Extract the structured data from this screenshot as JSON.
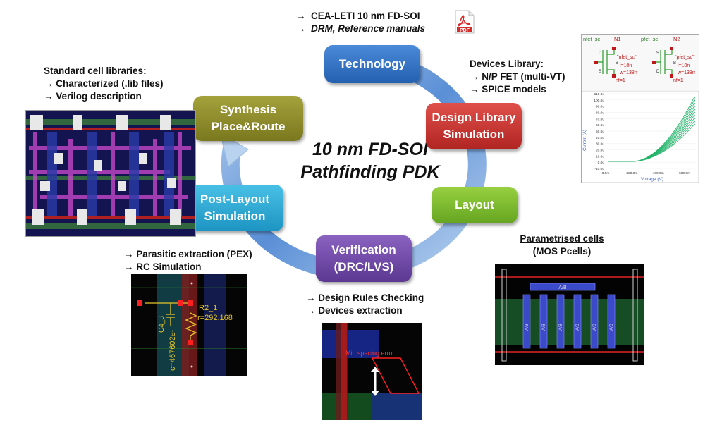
{
  "center_title": {
    "line1": "10 nm FD-SOI",
    "line2": "Pathfinding PDK"
  },
  "stages": {
    "technology": "Technology",
    "design_library": {
      "line1": "Design Library",
      "line2": "Simulation"
    },
    "layout": "Layout",
    "verification": {
      "line1": "Verification",
      "line2": "(DRC/LVS)"
    },
    "post_layout": {
      "line1": "Post-Layout",
      "line2": "Simulation"
    },
    "synthesis": {
      "line1": "Synthesis",
      "line2": "Place&Route"
    }
  },
  "notes": {
    "technology": {
      "item1": "CEA-LETI 10 nm FD-SOI",
      "item2": "DRM, Reference manuals"
    },
    "pdf_label": "PDF",
    "devices": {
      "title": "Devices Library:",
      "item1": "N/P FET (multi-VT)",
      "item2": "SPICE models"
    },
    "stdcell": {
      "title": "Standard cell libraries",
      "item1": "Characterized (.lib files)",
      "item2": "Verilog description"
    },
    "pcells": {
      "title": "Parametrised cells",
      "subtitle": "(MOS Pcells)"
    },
    "parasitic": {
      "item1": "Parasitic extraction (PEX)",
      "item2": "RC Simulation"
    },
    "drc": {
      "item1": "Design Rules Checking",
      "item2": "Devices extraction"
    }
  },
  "arrow_glyph": "→",
  "schematic": {
    "n_label": "nfet_sc",
    "n_name": "N1",
    "n_model": "\"nfet_sc\"",
    "n_l": "l=10n",
    "n_w": "w=138n",
    "n_nf": "nf=1",
    "p_label": "pfet_sc",
    "p_name": "N2",
    "p_model": "\"pfet_sc\"",
    "p_l": "l=10n",
    "p_w": "w=138n",
    "p_nf": "nf=1",
    "pin_d": "D",
    "pin_s": "S",
    "pin_b": "B"
  },
  "iv_plot": {
    "ylabel": "Current (A)",
    "xlabel": "Voltage (V)",
    "yticks": [
      "110.0u",
      "100.0u",
      "90.0u",
      "80.0u",
      "70.0u",
      "60.0u",
      "50.0u",
      "40.0u",
      "30.0u",
      "20.0u",
      "10.0u",
      "0.0u",
      "-10.0u"
    ],
    "xticks": [
      "0.0m",
      "200.0m",
      "400.0m",
      "600.0m"
    ]
  },
  "pex": {
    "res_label": "R2_1",
    "res_value": "r=292.168",
    "cap_label": "C4_3",
    "cap_value": "c=467602e-"
  },
  "drc_error": "Min spacing error",
  "pcell_labels": {
    "gate_bar": "A/B",
    "fingers": [
      "A/B",
      "A/B",
      "A/B",
      "A/B",
      "A/B",
      "A/B"
    ]
  },
  "colors": {
    "technology": "#2e6fc2",
    "design_library": "#c9302c",
    "layout": "#7dbb2e",
    "verification": "#7048a6",
    "post_layout": "#2aaad6",
    "synthesis": "#8c8a2a",
    "cycle_arrow": "#6f9ed8",
    "pdf": "#d42b2b"
  }
}
